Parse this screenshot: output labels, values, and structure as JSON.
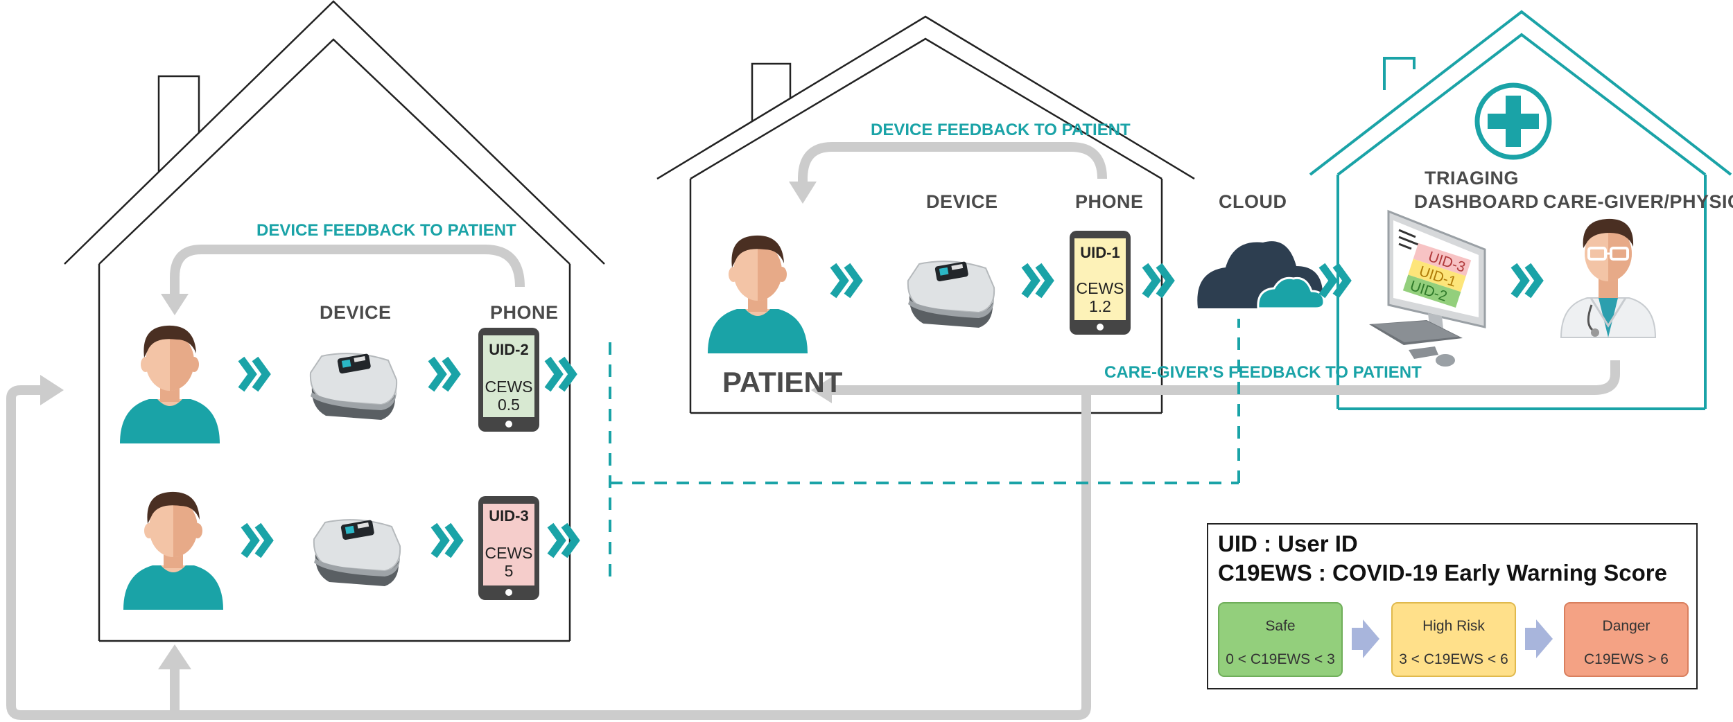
{
  "colors": {
    "teal": "#1aa3a7",
    "gray_arrow": "#cccccc",
    "house_line": "#222222",
    "safe": "#93cf7c",
    "high_risk": "#ffe08a",
    "danger": "#f4a284",
    "cloud": "#2d3e50"
  },
  "labels": {
    "device": "DEVICE",
    "phone": "PHONE",
    "cloud": "CLOUD",
    "triaging_1": "TRIAGING",
    "triaging_2": "DASHBOARD",
    "caregiver": "CARE-GIVER/PHYSICIAN",
    "patient": "PATIENT",
    "device_feedback": "DEVICE FEEDBACK TO PATIENT",
    "caregiver_feedback": "CARE-GIVER'S FEEDBACK TO PATIENT"
  },
  "phones": {
    "uid1": {
      "uid": "UID-1",
      "score_label": "CEWS",
      "score": "1.2"
    },
    "uid2": {
      "uid": "UID-2",
      "score_label": "CEWS",
      "score": "0.5"
    },
    "uid3": {
      "uid": "UID-3",
      "score_label": "CEWS",
      "score": "5"
    }
  },
  "dashboard": {
    "entries": [
      "UID-3",
      "UID-1",
      "UID-2"
    ]
  },
  "legend": {
    "line1": "UID : User ID",
    "line2": "C19EWS : COVID-19 Early Warning Score",
    "safe": {
      "title": "Safe",
      "range": "0 < C19EWS < 3"
    },
    "high_risk": {
      "title": "High Risk",
      "range": "3 < C19EWS < 6"
    },
    "danger": {
      "title": "Danger",
      "range": "C19EWS > 6"
    }
  }
}
